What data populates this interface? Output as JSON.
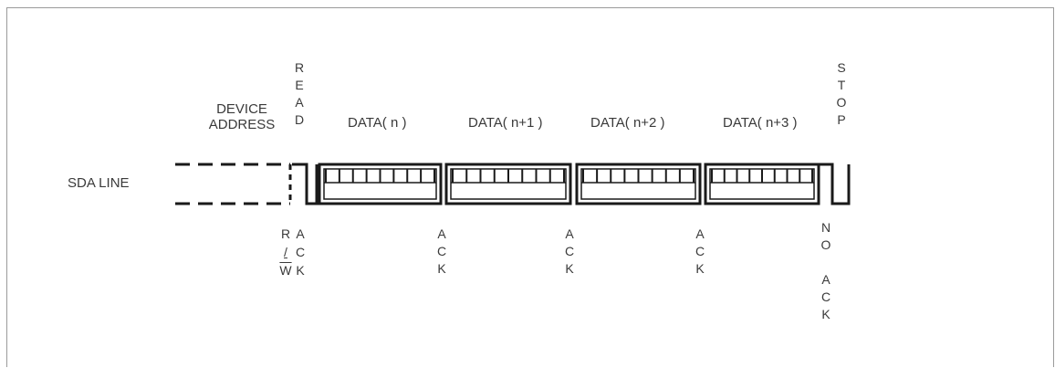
{
  "diagram": {
    "top_labels": {
      "device_address_line1": "DEVICE",
      "device_address_line2": "ADDRESS",
      "read": [
        "R",
        "E",
        "A",
        "D"
      ],
      "data_n": "DATA( n )",
      "data_n1": "DATA( n+1 )",
      "data_n2": "DATA( n+2 )",
      "data_n3": "DATA( n+3 )",
      "stop": [
        "S",
        "T",
        "O",
        "P"
      ]
    },
    "line_label": "SDA LINE",
    "bottom_labels": {
      "rw": [
        "R",
        "/",
        "W"
      ],
      "ack_first": [
        "A",
        "C",
        "K"
      ],
      "ack": [
        "A",
        "C",
        "K"
      ],
      "no": [
        "N",
        "O"
      ]
    }
  }
}
